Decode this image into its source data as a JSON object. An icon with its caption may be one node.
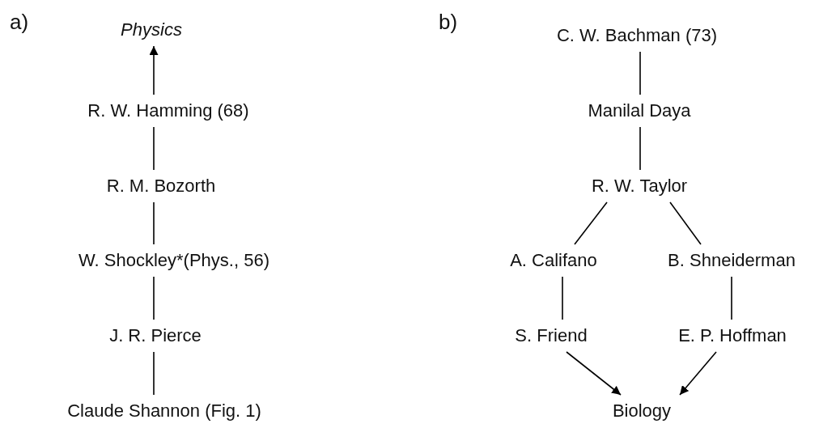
{
  "diagram": {
    "nodes": [
      {
        "text": [
          "Physics"
        ]
      },
      {
        "text": [
          "R. W. Hamming (68)"
        ]
      },
      {
        "text": [
          "R. M. Bozorth"
        ]
      },
      {
        "text": [
          "W. Shockley*(Phys., 56)"
        ]
      },
      {
        "text": [
          "J. R. Pierce"
        ]
      },
      {
        "text": [
          "Claude Shannon (Fig. 1)"
        ]
      },
      {
        "text": [
          "C. W. Bachman (73)"
        ]
      },
      {
        "text": [
          "Manilal Daya"
        ]
      },
      {
        "text": [
          "R. W. Taylor"
        ]
      },
      {
        "text": [
          "A. Califano"
        ]
      },
      {
        "text": [
          "B. Shneiderman"
        ]
      },
      {
        "text": [
          "S. Friend"
        ]
      },
      {
        "text": [
          "E. P. Hoffman"
        ]
      },
      {
        "text": [
          "Biology"
        ]
      }
    ],
    "edges": [
      {
        "from": 1,
        "to": 0,
        "arrow": "to"
      },
      {
        "from": 1,
        "to": 2,
        "arrow": "none"
      },
      {
        "from": 2,
        "to": 3,
        "arrow": "none"
      },
      {
        "from": 3,
        "to": 4,
        "arrow": "none"
      },
      {
        "from": 4,
        "to": 5,
        "arrow": "none"
      },
      {
        "from": 6,
        "to": 7,
        "arrow": "none"
      },
      {
        "from": 7,
        "to": 8,
        "arrow": "none"
      },
      {
        "from": 8,
        "to": 9,
        "arrow": "none"
      },
      {
        "from": 8,
        "to": 10,
        "arrow": "none"
      },
      {
        "from": 9,
        "to": 11,
        "arrow": "none"
      },
      {
        "from": 10,
        "to": 12,
        "arrow": "none"
      },
      {
        "from": 11,
        "to": 13,
        "arrow": "to"
      },
      {
        "from": 12,
        "to": 13,
        "arrow": "to"
      }
    ],
    "labels": [
      "a)",
      "b)"
    ]
  }
}
